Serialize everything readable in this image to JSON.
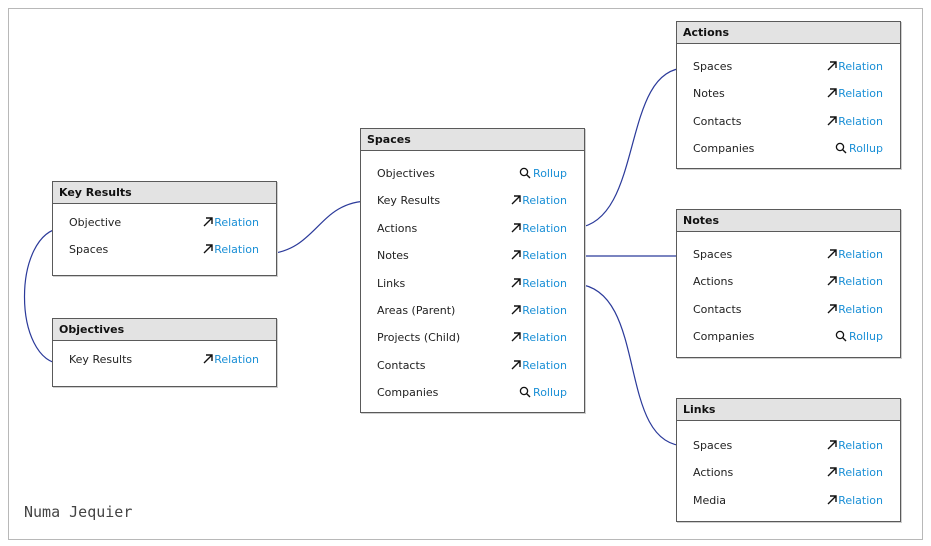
{
  "tables": {
    "key_results": {
      "title": "Key Results",
      "rows": [
        {
          "label": "Objective",
          "type": "Relation",
          "icon": "arrow-icon"
        },
        {
          "label": "Spaces",
          "type": "Relation",
          "icon": "arrow-icon"
        }
      ]
    },
    "objectives": {
      "title": "Objectives",
      "rows": [
        {
          "label": "Key Results",
          "type": "Relation",
          "icon": "arrow-icon"
        }
      ]
    },
    "spaces": {
      "title": "Spaces",
      "rows": [
        {
          "label": "Objectives",
          "type": "Rollup",
          "icon": "search-icon"
        },
        {
          "label": "Key Results",
          "type": "Relation",
          "icon": "arrow-icon"
        },
        {
          "label": "Actions",
          "type": "Relation",
          "icon": "arrow-icon"
        },
        {
          "label": "Notes",
          "type": "Relation",
          "icon": "arrow-icon"
        },
        {
          "label": "Links",
          "type": "Relation",
          "icon": "arrow-icon"
        },
        {
          "label": "Areas (Parent)",
          "type": "Relation",
          "icon": "arrow-icon"
        },
        {
          "label": "Projects (Child)",
          "type": "Relation",
          "icon": "arrow-icon"
        },
        {
          "label": "Contacts",
          "type": "Relation",
          "icon": "arrow-icon"
        },
        {
          "label": "Companies",
          "type": "Rollup",
          "icon": "search-icon"
        }
      ]
    },
    "actions": {
      "title": "Actions",
      "rows": [
        {
          "label": "Spaces",
          "type": "Relation",
          "icon": "arrow-icon"
        },
        {
          "label": "Notes",
          "type": "Relation",
          "icon": "arrow-icon"
        },
        {
          "label": "Contacts",
          "type": "Relation",
          "icon": "arrow-icon"
        },
        {
          "label": "Companies",
          "type": "Rollup",
          "icon": "search-icon"
        }
      ]
    },
    "notes": {
      "title": "Notes",
      "rows": [
        {
          "label": "Spaces",
          "type": "Relation",
          "icon": "arrow-icon"
        },
        {
          "label": "Actions",
          "type": "Relation",
          "icon": "arrow-icon"
        },
        {
          "label": "Contacts",
          "type": "Relation",
          "icon": "arrow-icon"
        },
        {
          "label": "Companies",
          "type": "Rollup",
          "icon": "search-icon"
        }
      ]
    },
    "links": {
      "title": "Links",
      "rows": [
        {
          "label": "Spaces",
          "type": "Relation",
          "icon": "arrow-icon"
        },
        {
          "label": "Actions",
          "type": "Relation",
          "icon": "arrow-icon"
        },
        {
          "label": "Media",
          "type": "Relation",
          "icon": "arrow-icon"
        }
      ]
    }
  },
  "author": "Numa Jequier",
  "colors": {
    "connector": "#2b3a9a",
    "type_text": "#1a8fd6"
  }
}
